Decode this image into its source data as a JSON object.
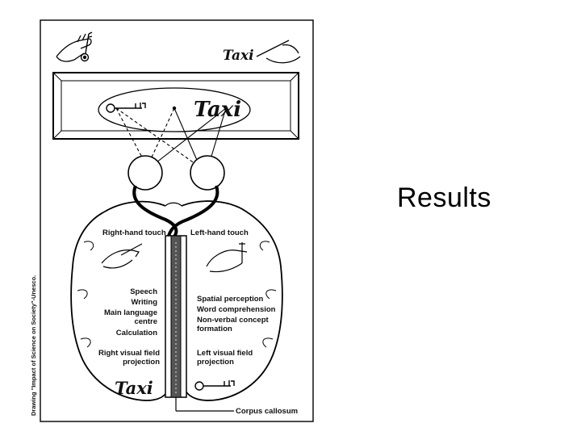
{
  "slide": {
    "title": "Results"
  },
  "figure": {
    "credit": "Drawing \"Impact of Science on Society\"-Unesco.",
    "screen_word": "Taxi",
    "top_right_word": "Taxi",
    "hand_word": "Taxi",
    "labels": {
      "right_hand_touch": "Right-hand touch",
      "left_hand_touch": "Left-hand touch",
      "speech": "Speech",
      "writing": "Writing",
      "main_language_1": "Main language",
      "main_language_2": "centre",
      "calculation": "Calculation",
      "right_visual_1": "Right visual field",
      "right_visual_2": "projection",
      "spatial_perception": "Spatial perception",
      "word_comprehension": "Word comprehension",
      "nonverbal_1": "Non-verbal concept",
      "nonverbal_2": "formation",
      "left_visual_1": "Left visual field",
      "left_visual_2": "projection",
      "corpus_callosum": "Corpus callosum"
    },
    "icons": [
      "hand-icon",
      "key-icon",
      "pen-icon",
      "brain-drawing"
    ]
  }
}
